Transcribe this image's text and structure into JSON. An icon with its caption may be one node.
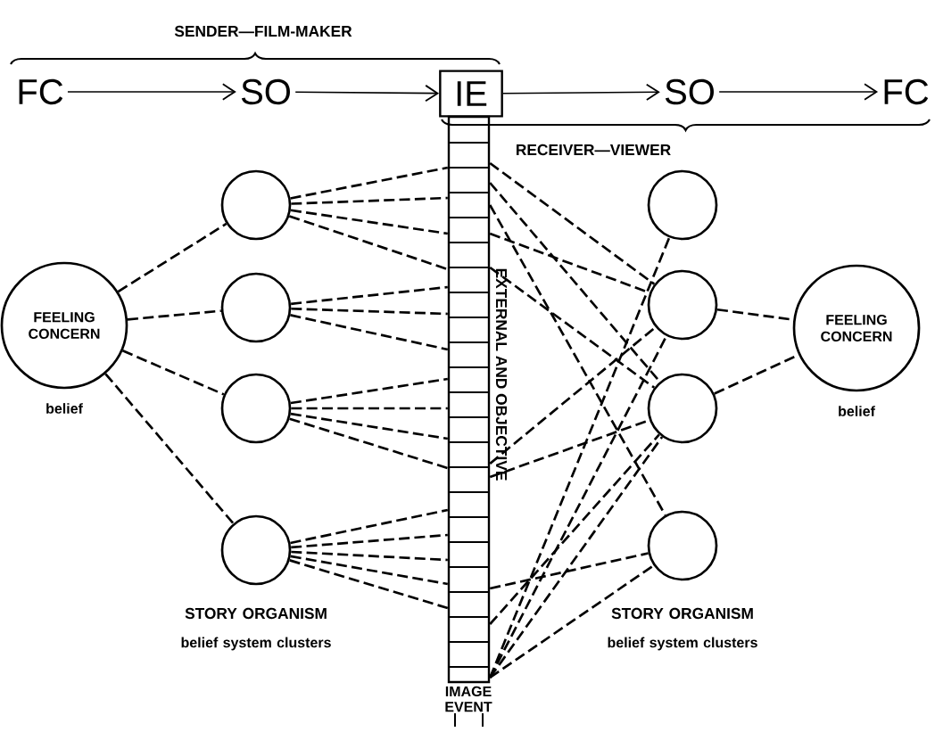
{
  "diagram": {
    "nodes": [
      {
        "text": [
          "FC"
        ]
      },
      {
        "text": [
          "SO"
        ]
      },
      {
        "text": [
          "IE"
        ]
      },
      {
        "text": [
          "SO"
        ]
      },
      {
        "text": [
          "FC"
        ]
      },
      {
        "text": [
          "FEELING CONCERN"
        ],
        "beside": [
          "belief"
        ]
      },
      {
        "text": [],
        "shape": "circle"
      },
      {
        "text": [],
        "shape": "circle"
      },
      {
        "text": [],
        "shape": "circle"
      },
      {
        "text": [],
        "shape": "circle"
      },
      {
        "text": [
          "EXTERNAL AND OBJECTIVE",
          "IMAGE EVENT"
        ]
      },
      {
        "text": [],
        "shape": "circle"
      },
      {
        "text": [],
        "shape": "circle"
      },
      {
        "text": [],
        "shape": "circle"
      },
      {
        "text": [],
        "shape": "circle"
      },
      {
        "text": [
          "FEELING CONCERN"
        ],
        "beside": [
          "belief"
        ]
      }
    ],
    "edges": [
      {
        "from": 0,
        "to": 1,
        "arrow": "to"
      },
      {
        "from": 1,
        "to": 2,
        "arrow": "to"
      },
      {
        "from": 2,
        "to": 3,
        "arrow": "to"
      },
      {
        "from": 3,
        "to": 4,
        "arrow": "to"
      },
      {
        "from": 5,
        "to": 6,
        "arrow": "none",
        "style": "dashed"
      },
      {
        "from": 5,
        "to": 7,
        "arrow": "none",
        "style": "dashed"
      },
      {
        "from": 5,
        "to": 8,
        "arrow": "none",
        "style": "dashed"
      },
      {
        "from": 5,
        "to": 9,
        "arrow": "none",
        "style": "dashed"
      },
      {
        "from": 6,
        "to": 10,
        "arrow": "none",
        "style": "dashed"
      },
      {
        "from": 6,
        "to": 10,
        "arrow": "none",
        "style": "dashed"
      },
      {
        "from": 6,
        "to": 10,
        "arrow": "none",
        "style": "dashed"
      },
      {
        "from": 6,
        "to": 10,
        "arrow": "none",
        "style": "dashed"
      },
      {
        "from": 7,
        "to": 10,
        "arrow": "none",
        "style": "dashed"
      },
      {
        "from": 7,
        "to": 10,
        "arrow": "none",
        "style": "dashed"
      },
      {
        "from": 7,
        "to": 10,
        "arrow": "none",
        "style": "dashed"
      },
      {
        "from": 8,
        "to": 10,
        "arrow": "none",
        "style": "dashed"
      },
      {
        "from": 8,
        "to": 10,
        "arrow": "none",
        "style": "dashed"
      },
      {
        "from": 8,
        "to": 10,
        "arrow": "none",
        "style": "dashed"
      },
      {
        "from": 8,
        "to": 10,
        "arrow": "none",
        "style": "dashed"
      },
      {
        "from": 9,
        "to": 10,
        "arrow": "none",
        "style": "dashed"
      },
      {
        "from": 9,
        "to": 10,
        "arrow": "none",
        "style": "dashed"
      },
      {
        "from": 9,
        "to": 10,
        "arrow": "none",
        "style": "dashed"
      },
      {
        "from": 9,
        "to": 10,
        "arrow": "none",
        "style": "dashed"
      },
      {
        "from": 9,
        "to": 10,
        "arrow": "none",
        "style": "dashed"
      },
      {
        "from": 10,
        "to": 12,
        "arrow": "none",
        "style": "dashed"
      },
      {
        "from": 10,
        "to": 13,
        "arrow": "none",
        "style": "dashed"
      },
      {
        "from": 10,
        "to": 12,
        "arrow": "none",
        "style": "dashed"
      },
      {
        "from": 10,
        "to": 14,
        "arrow": "none",
        "style": "dashed"
      },
      {
        "from": 10,
        "to": 13,
        "arrow": "none",
        "style": "dashed"
      },
      {
        "from": 10,
        "to": 11,
        "arrow": "none",
        "style": "dashed"
      },
      {
        "from": 10,
        "to": 12,
        "arrow": "none",
        "style": "dashed"
      },
      {
        "from": 10,
        "to": 13,
        "arrow": "none",
        "style": "dashed"
      },
      {
        "from": 10,
        "to": 14,
        "arrow": "none",
        "style": "dashed"
      },
      {
        "from": 10,
        "to": 12,
        "arrow": "none",
        "style": "dashed"
      },
      {
        "from": 10,
        "to": 13,
        "arrow": "none",
        "style": "dashed"
      },
      {
        "from": 10,
        "to": 14,
        "arrow": "none",
        "style": "dashed"
      },
      {
        "from": 10,
        "to": 13,
        "arrow": "none",
        "style": "dashed"
      },
      {
        "from": 12,
        "to": 15,
        "arrow": "none",
        "style": "dashed"
      },
      {
        "from": 13,
        "to": 15,
        "arrow": "none",
        "style": "dashed"
      }
    ],
    "labels": [
      "SENDER—FILM-MAKER",
      "RECEIVER—VIEWER",
      "STORY ORGANISM",
      "belief system clusters",
      "STORY ORGANISM",
      "belief system clusters"
    ]
  }
}
